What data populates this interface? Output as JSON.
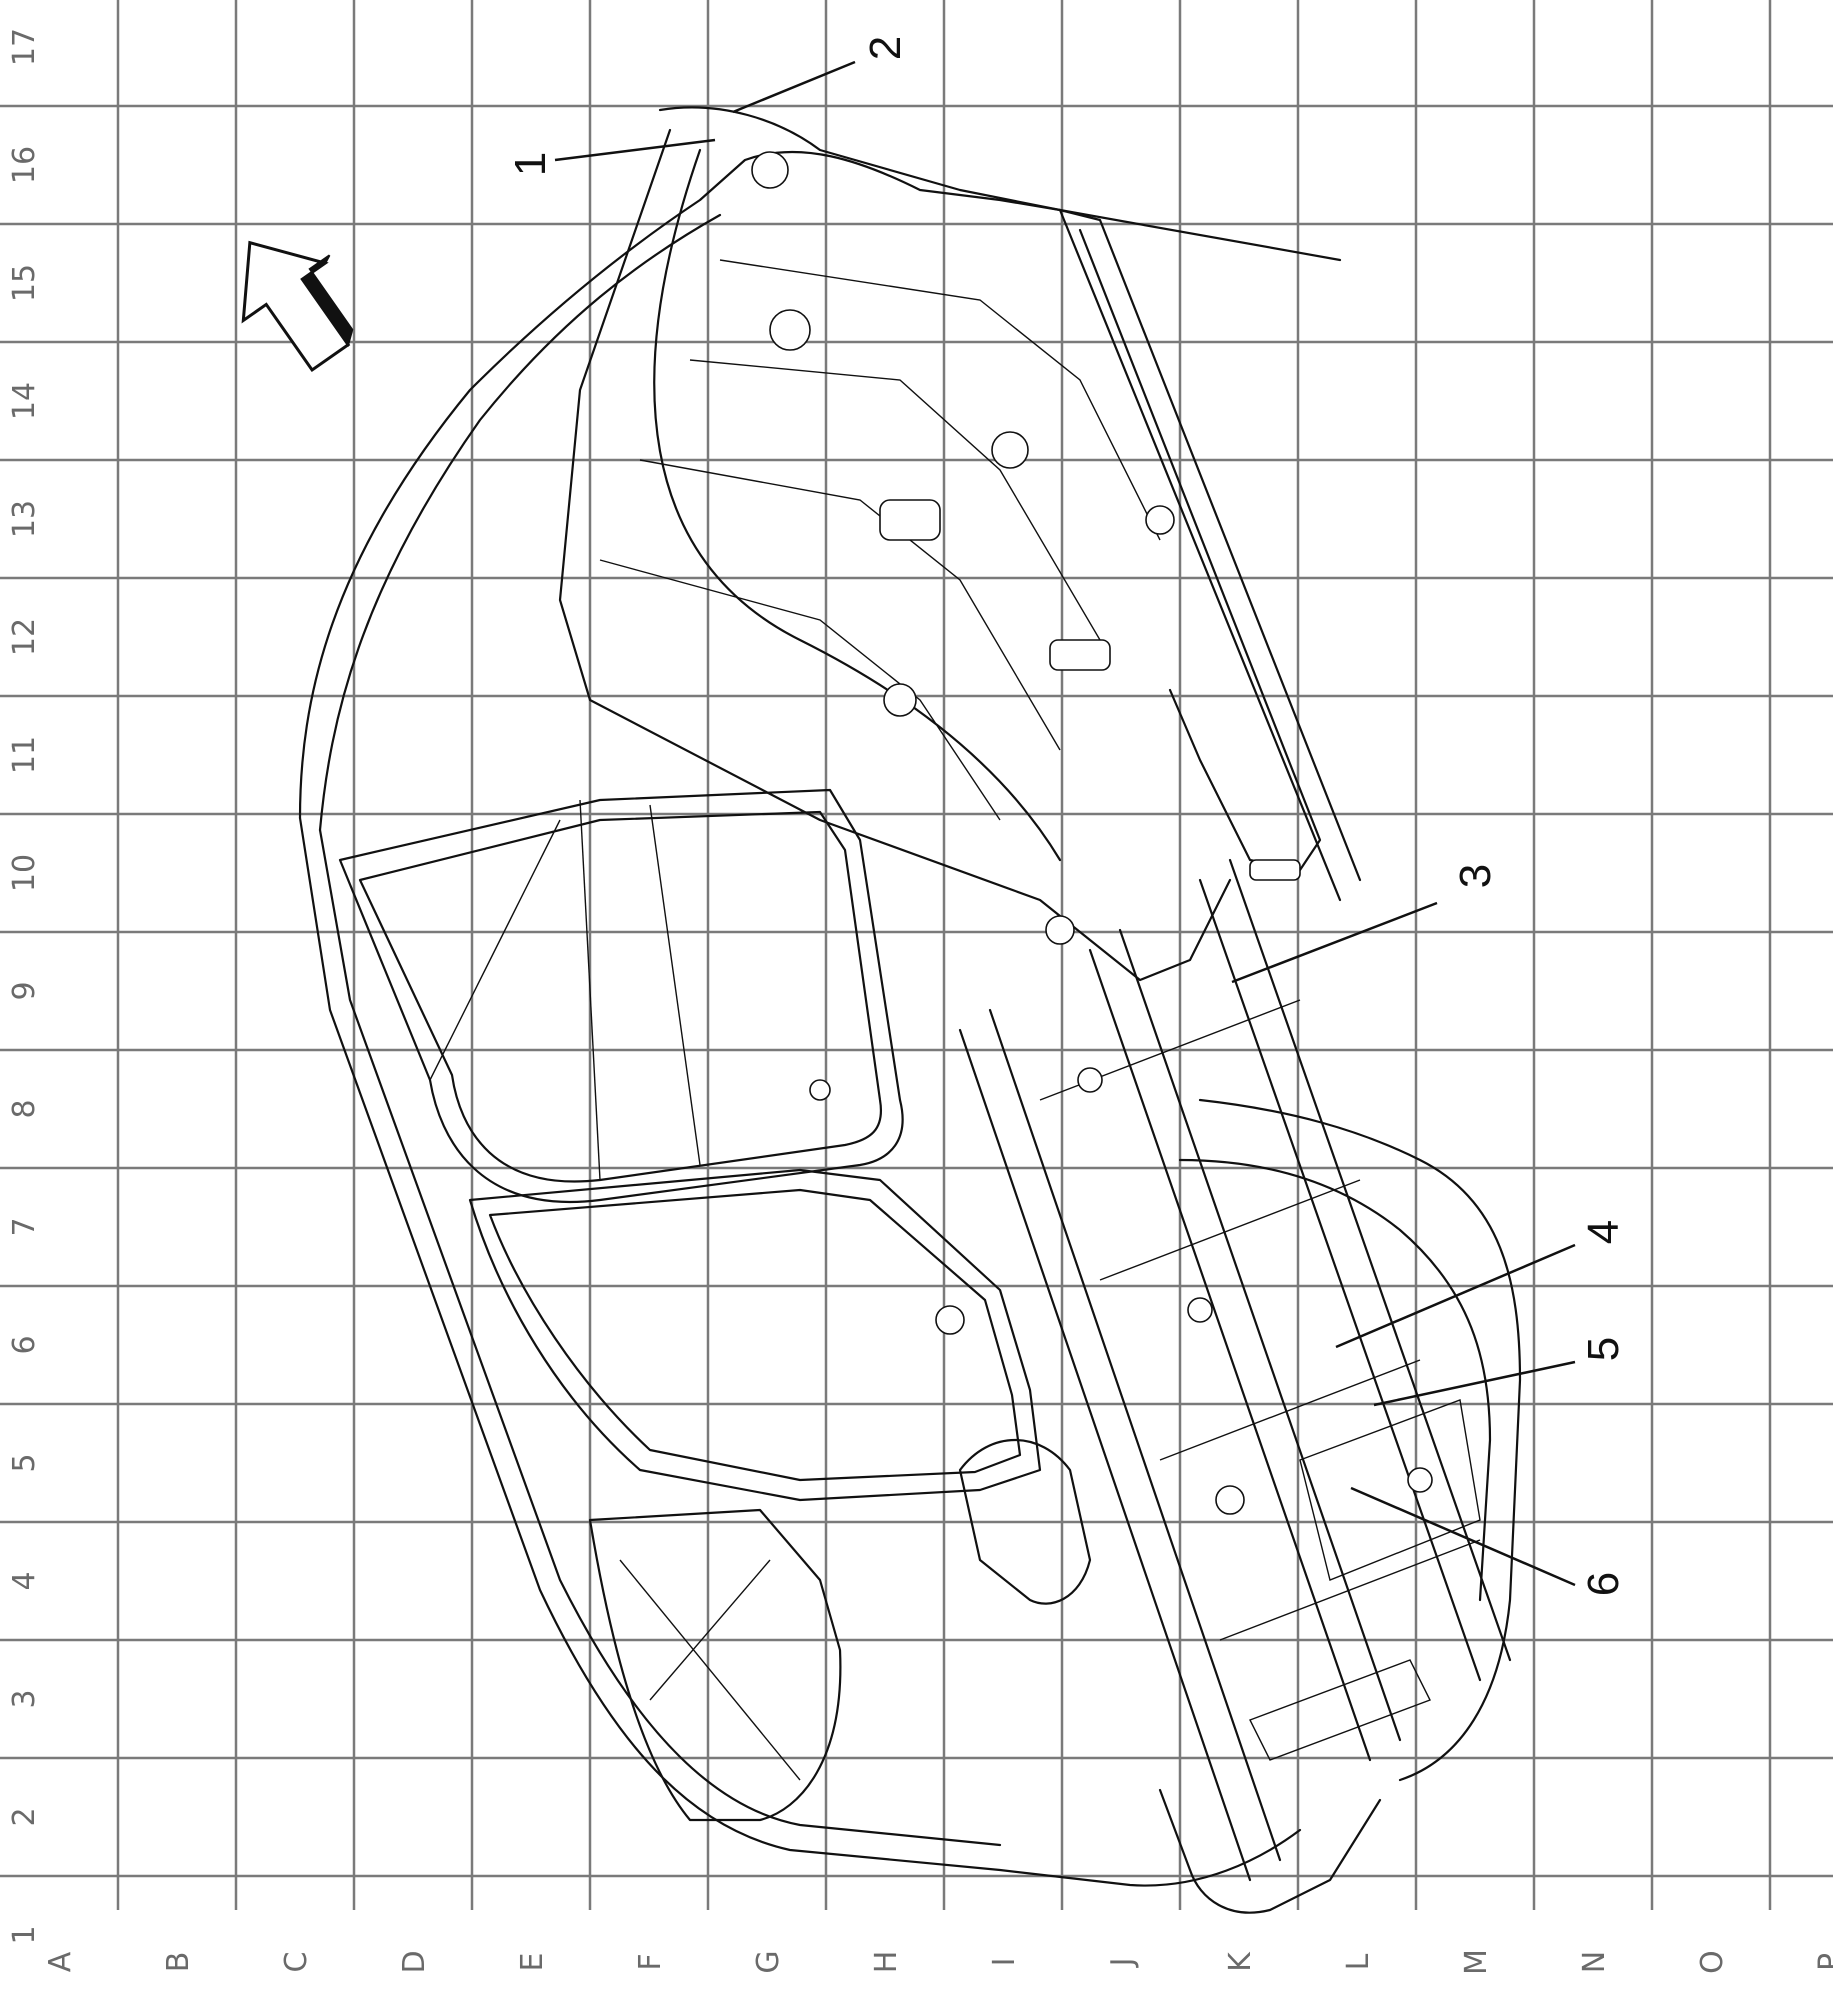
{
  "grid": {
    "columns": [
      "A",
      "B",
      "C",
      "D",
      "E",
      "F",
      "G",
      "H",
      "I",
      "J",
      "K",
      "L",
      "M",
      "N",
      "O",
      "P"
    ],
    "rows": [
      "17",
      "16",
      "15",
      "14",
      "13",
      "12",
      "11",
      "10",
      "9",
      "8",
      "7",
      "6",
      "5",
      "4",
      "3",
      "2",
      "1"
    ]
  },
  "callouts": [
    {
      "id": "1",
      "label": "1"
    },
    {
      "id": "2",
      "label": "2"
    },
    {
      "id": "3",
      "label": "3"
    },
    {
      "id": "4",
      "label": "4"
    },
    {
      "id": "5",
      "label": "5"
    },
    {
      "id": "6",
      "label": "6"
    }
  ],
  "icons": {
    "direction_arrow": "forward-arrow-icon"
  },
  "colors": {
    "grid": "#7a7a7a",
    "labels": "#6a6a6a",
    "linework": "#111111"
  }
}
